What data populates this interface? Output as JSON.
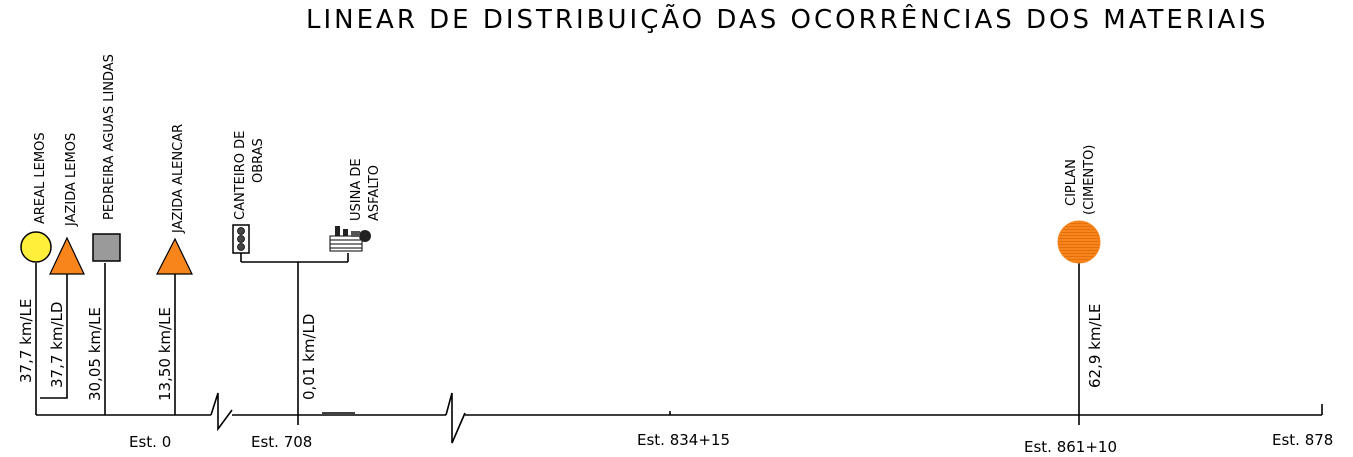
{
  "title": "LINEAR DE DISTRIBUIÇÃO DAS OCORRÊNCIAS DOS MATERIAIS",
  "colors": {
    "areal": "#ffef3a",
    "jazida": "#f7851c",
    "pedreira": "#9a9a9a",
    "ciplan": "#f7851c",
    "line": "#000000"
  },
  "sources": {
    "areal_lemos": {
      "name": "AREAL LEMOS",
      "distance": "37,7 km/LE",
      "icon": "circle-yellow"
    },
    "jazida_lemos": {
      "name": "JAZIDA LEMOS",
      "distance": "37,7 km/LD",
      "icon": "triangle-orange"
    },
    "pedreira": {
      "name": "PEDREIRA AGUAS LINDAS",
      "distance": "30,05 km/LE",
      "icon": "square-gray"
    },
    "jazida_alencar": {
      "name": "JAZIDA ALENCAR",
      "distance": "13,50 km/LE",
      "icon": "triangle-orange"
    },
    "canteiro": {
      "line1": "CANTEIRO DE",
      "line2": "OBRAS",
      "icon": "site-office-icon"
    },
    "usina": {
      "line1": "USINA DE",
      "line2": "ASFALTO",
      "icon": "asphalt-plant-icon"
    },
    "canteiro_usina_distance": "0,01 km/LD",
    "ciplan": {
      "line1": "CIPLAN",
      "line2": "(CIMENTO)",
      "distance": "62,9 km/LE",
      "icon": "circle-orange-hatched"
    }
  },
  "stations": {
    "s0": "Est. 0",
    "s708": "Est. 708",
    "s834": "Est. 834+15",
    "s861": "Est. 861+10",
    "s878": "Est. 878"
  }
}
